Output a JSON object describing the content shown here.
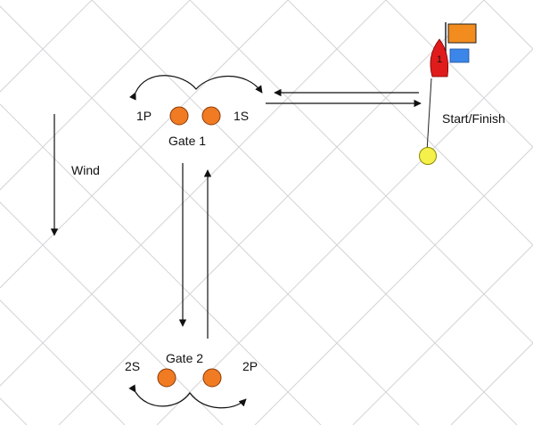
{
  "labels": {
    "gate1_port": "1P",
    "gate1_starboard": "1S",
    "gate1_name": "Gate 1",
    "wind": "Wind",
    "start_finish": "Start/Finish",
    "gate2_name": "Gate 2",
    "gate2_starboard": "2S",
    "gate2_port": "2P",
    "boat_number": "1"
  },
  "colors": {
    "grid": "#d4d4d8",
    "mark": "#f07b22",
    "mark_stroke": "#8a3a0a",
    "pin": "#f5f04a",
    "boat": "#e01b1b",
    "flag_orange": "#f28c1e",
    "flag_blue": "#3b86e8",
    "arrow": "#111111"
  }
}
